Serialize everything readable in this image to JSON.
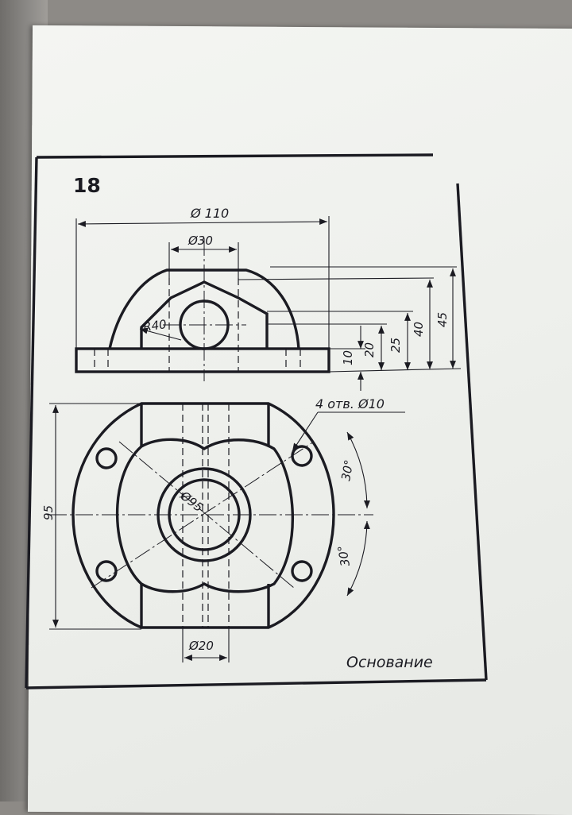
{
  "task_number": "18",
  "title": "Основание",
  "dimensions": {
    "outer_diameter": "Ø 110",
    "bore_top": "Ø30",
    "radius": "R40",
    "height_10": "10",
    "height_20": "20",
    "height_25": "25",
    "height_40": "40",
    "height_45": "45",
    "holes": "4 отв. Ø10",
    "width_95": "95",
    "inner_diameter": "Ø95",
    "angle_top": "30°",
    "angle_bottom": "30°",
    "slot_width": "Ø20"
  },
  "colors": {
    "ink": "#1b1b22",
    "paper": "#eef0ec",
    "background": "#8d8a86"
  }
}
